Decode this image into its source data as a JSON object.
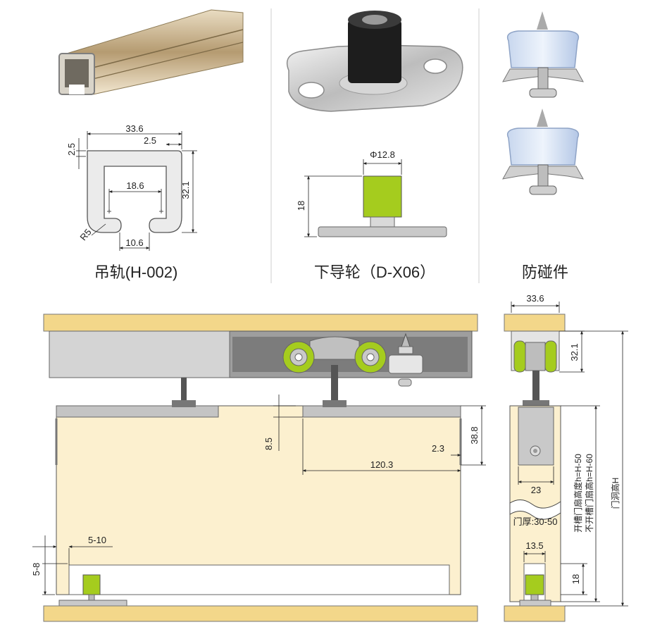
{
  "captions": {
    "rail": "吊轨(H-002)",
    "guide": "下导轮（D-X06）",
    "stopper": "防碰件"
  },
  "rail_dims": {
    "width": "33.6",
    "lip": "2.5",
    "top": "2.5",
    "height": "32.1",
    "inner": "18.6",
    "radius": "R5",
    "slot": "10.6"
  },
  "guide_dims": {
    "diameter": "Φ12.8",
    "height": "18"
  },
  "front_dims": {
    "drop": "8.5",
    "offset": "120.3",
    "gap": "2.3",
    "depth": "38.8",
    "side": "5-10",
    "bottom": "5-8"
  },
  "side_dims": {
    "rail_width": "33.6",
    "rail_height": "32.1",
    "plate_width": "23",
    "thickness": "门厚:30-50",
    "groove_width": "13.5",
    "groove_depth": "18",
    "note_grooved": "开槽门扇高度h=H-50",
    "note_plain": "不开槽门扇高h=H-60",
    "opening": "门洞高H"
  },
  "colors": {
    "wood": "#f3d78a",
    "door": "#fcf0cf",
    "green": "#a5cc1e",
    "metal": "#c9c9c9",
    "rail": "#9e9e9e",
    "line": "#222222"
  }
}
